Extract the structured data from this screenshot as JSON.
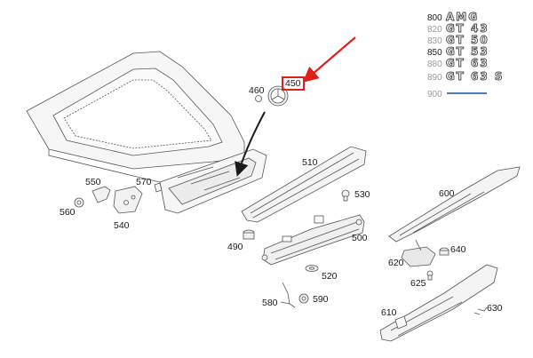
{
  "colors": {
    "highlight": "#e0201b",
    "line": "#555555",
    "fill": "#f4f4f4"
  },
  "callouts": {
    "c460": "460",
    "c450": "450",
    "c510": "510",
    "c530": "530",
    "c550": "550",
    "c570": "570",
    "c560": "560",
    "c540": "540",
    "c490": "490",
    "c500": "500",
    "c520": "520",
    "c580": "580",
    "c590": "590",
    "c600": "600",
    "c640": "640",
    "c620": "620",
    "c625": "625",
    "c610": "610",
    "c630": "630"
  },
  "variants": [
    {
      "code": "800",
      "badge": "AMG"
    },
    {
      "code": "820",
      "badge": "GT 43"
    },
    {
      "code": "830",
      "badge": "GT 50"
    },
    {
      "code": "850",
      "badge": "GT 53"
    },
    {
      "code": "880",
      "badge": "GT 63"
    },
    {
      "code": "890",
      "badge": "GT 63 S"
    },
    {
      "code": "900",
      "badge": ""
    }
  ]
}
